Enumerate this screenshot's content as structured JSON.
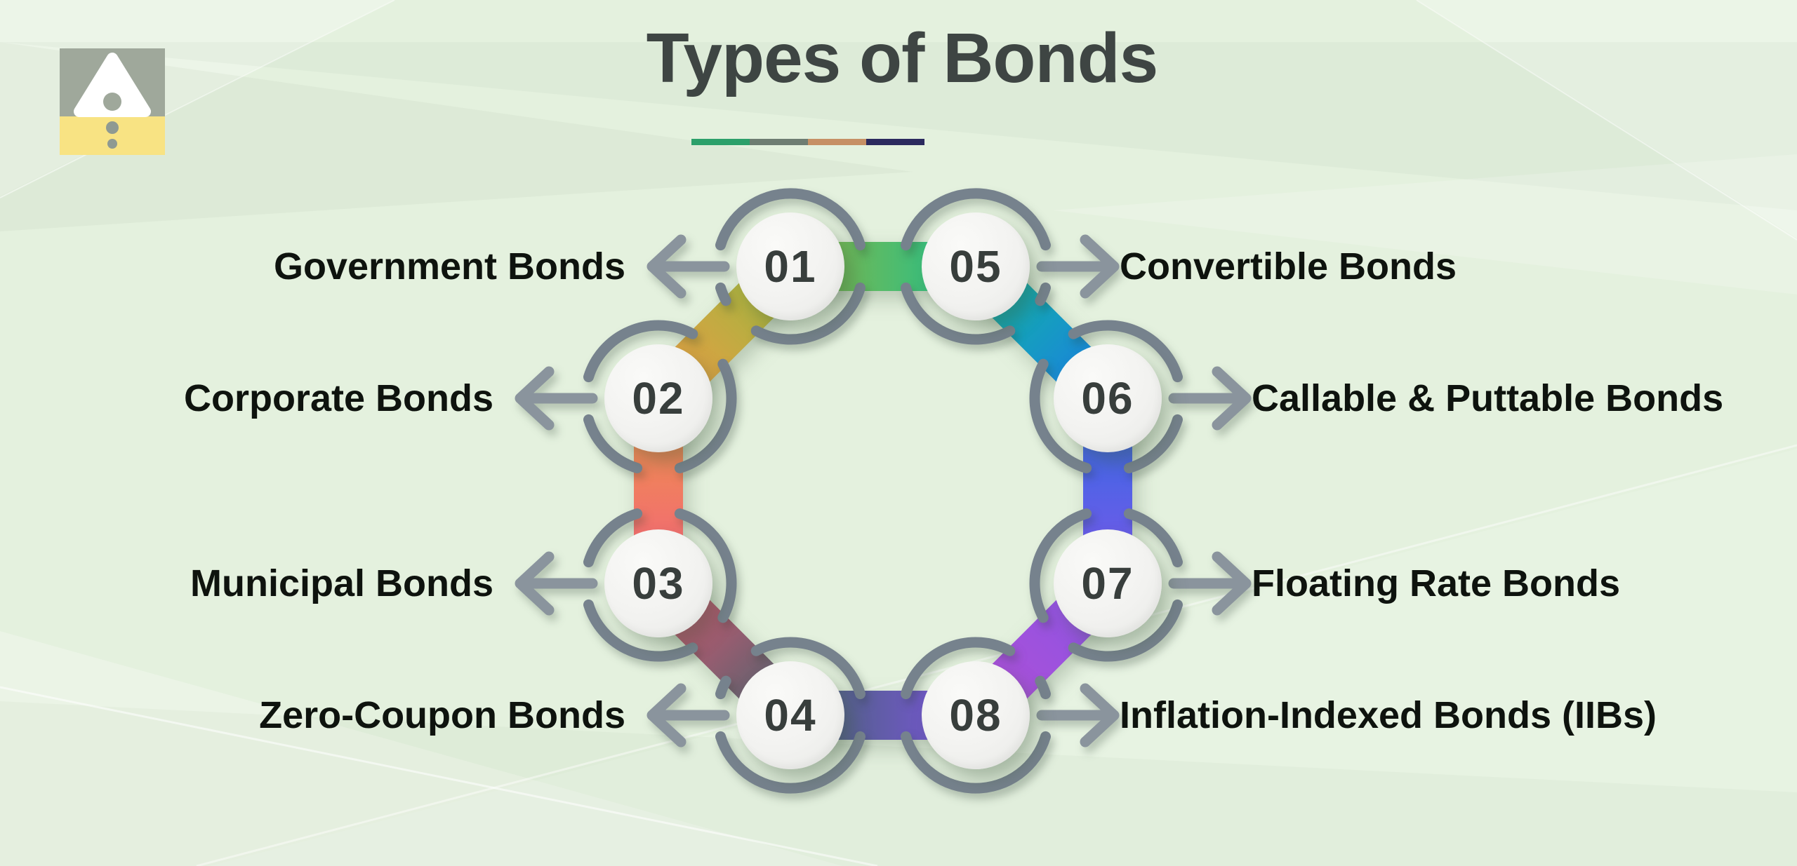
{
  "title": "Types of Bonds",
  "title_underline_colors": [
    "#2BA06A",
    "#6E7D72",
    "#C69065",
    "#2B2A5E"
  ],
  "logo": {
    "icon": "triangle-with-dots-logo",
    "colors": {
      "gray": "#9FA89B",
      "yellow": "#F8E383",
      "dot": "#8F9A92"
    }
  },
  "nodes": [
    {
      "num": "01",
      "label": "Government Bonds",
      "side": "left"
    },
    {
      "num": "02",
      "label": "Corporate Bonds",
      "side": "left"
    },
    {
      "num": "03",
      "label": "Municipal Bonds",
      "side": "left"
    },
    {
      "num": "04",
      "label": "Zero-Coupon Bonds",
      "side": "left"
    },
    {
      "num": "05",
      "label": "Convertible Bonds",
      "side": "right"
    },
    {
      "num": "06",
      "label": "Callable & Puttable Bonds",
      "side": "right"
    },
    {
      "num": "07",
      "label": "Floating Rate Bonds",
      "side": "right"
    },
    {
      "num": "08",
      "label": "Inflation-Indexed Bonds (IIBs)",
      "side": "right"
    }
  ],
  "band_gradients": [
    {
      "edge": "02-01",
      "from": "#F09A45",
      "to": "#97BA3E"
    },
    {
      "edge": "01-05",
      "from": "#8DB644",
      "to": "#1EC08E"
    },
    {
      "edge": "05-06",
      "from": "#0FBD9D",
      "to": "#1D79E7"
    },
    {
      "edge": "06-07",
      "from": "#2E6CE4",
      "to": "#7C57E9"
    },
    {
      "edge": "07-08",
      "from": "#8A55E5",
      "to": "#B14FD5"
    },
    {
      "edge": "08-04",
      "from": "#7D53E2",
      "to": "#476570"
    },
    {
      "edge": "04-03",
      "from": "#47656F",
      "to": "#DE5570"
    },
    {
      "edge": "03-02",
      "from": "#F2617C",
      "to": "#EF9747"
    }
  ],
  "colors": {
    "background": "#E4F1DE",
    "ring": "#76828D",
    "arrow": "#8A949D",
    "bubble": "#F2F2F0",
    "number": "#383E3C",
    "label": "#0E130E",
    "title": "#3E4543"
  }
}
